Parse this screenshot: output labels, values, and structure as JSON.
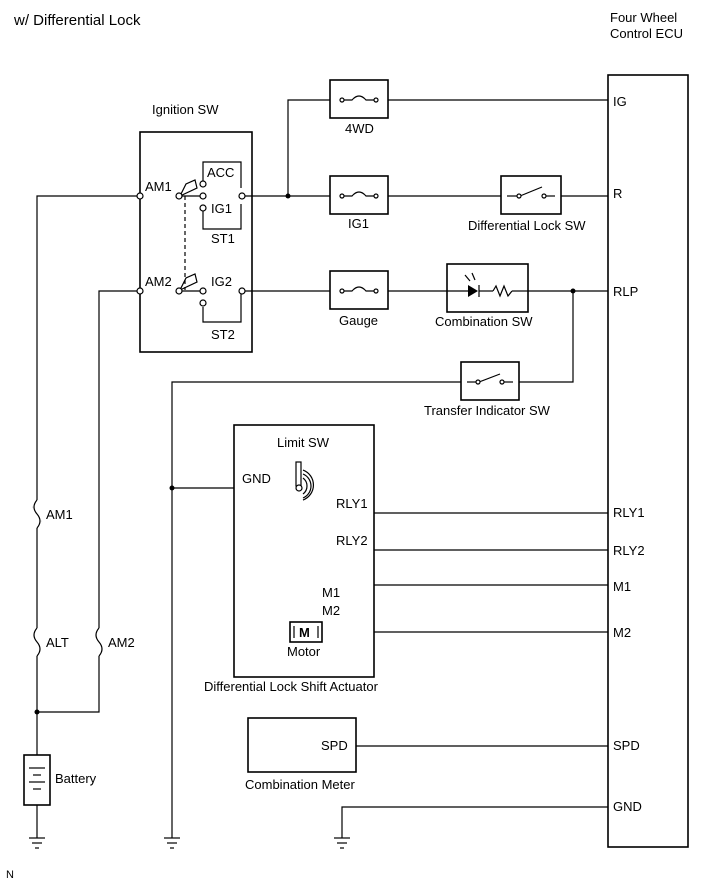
{
  "title": "w/ Differential Lock",
  "ecu": {
    "name_line1": "Four Wheel",
    "name_line2": "Control ECU",
    "pins": [
      "IG",
      "R",
      "RLP",
      "RLY1",
      "RLY2",
      "M1",
      "M2",
      "SPD",
      "GND"
    ]
  },
  "ignition_switch": {
    "label": "Ignition SW",
    "terminals": {
      "am1": "AM1",
      "am2": "AM2",
      "acc": "ACC",
      "ig1": "IG1",
      "st1": "ST1",
      "ig2": "IG2",
      "st2": "ST2"
    }
  },
  "fuses": {
    "f4wd": "4WD",
    "ig1": "IG1",
    "gauge": "Gauge",
    "am1": "AM1",
    "alt": "ALT",
    "am2": "AM2"
  },
  "components": {
    "diff_lock_sw": "Differential Lock SW",
    "combination_sw": "Combination SW",
    "transfer_indicator_sw": "Transfer Indicator SW",
    "battery": "Battery",
    "combination_meter": "Combination Meter",
    "combination_meter_pin": "SPD"
  },
  "actuator": {
    "label": "Differential Lock Shift Actuator",
    "limit_sw": "Limit SW",
    "gnd": "GND",
    "rly1": "RLY1",
    "rly2": "RLY2",
    "m1": "M1",
    "m2": "M2",
    "motor": "Motor",
    "motor_symbol": "M"
  },
  "footer": "N"
}
